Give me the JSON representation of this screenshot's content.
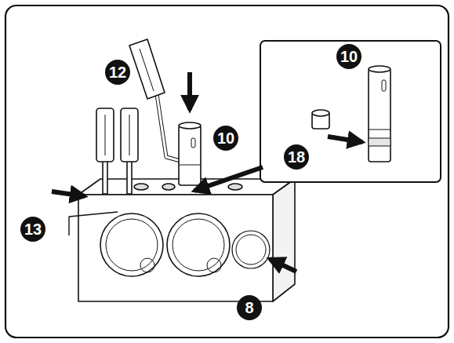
{
  "diagram": {
    "labels": [
      "12",
      "10",
      "10",
      "18",
      "13",
      "8"
    ]
  }
}
